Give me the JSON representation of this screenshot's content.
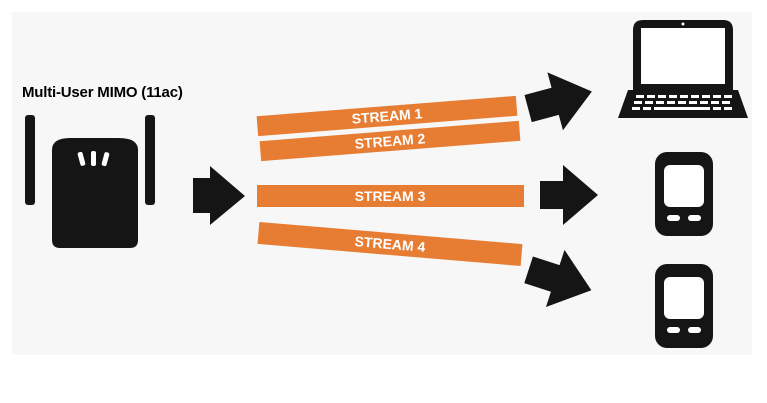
{
  "diagram": {
    "title": "Multi-User MIMO (11ac)",
    "streams": [
      {
        "label": "STREAM 1"
      },
      {
        "label": "STREAM 2"
      },
      {
        "label": "STREAM 3"
      },
      {
        "label": "STREAM 4"
      }
    ],
    "devices": [
      "laptop-icon",
      "smartphone-icon",
      "smartphone-icon"
    ],
    "source_icon": "router-icon",
    "colors": {
      "stream": "#e77d33",
      "icon": "#151515",
      "background": "#f7f7f7"
    }
  }
}
